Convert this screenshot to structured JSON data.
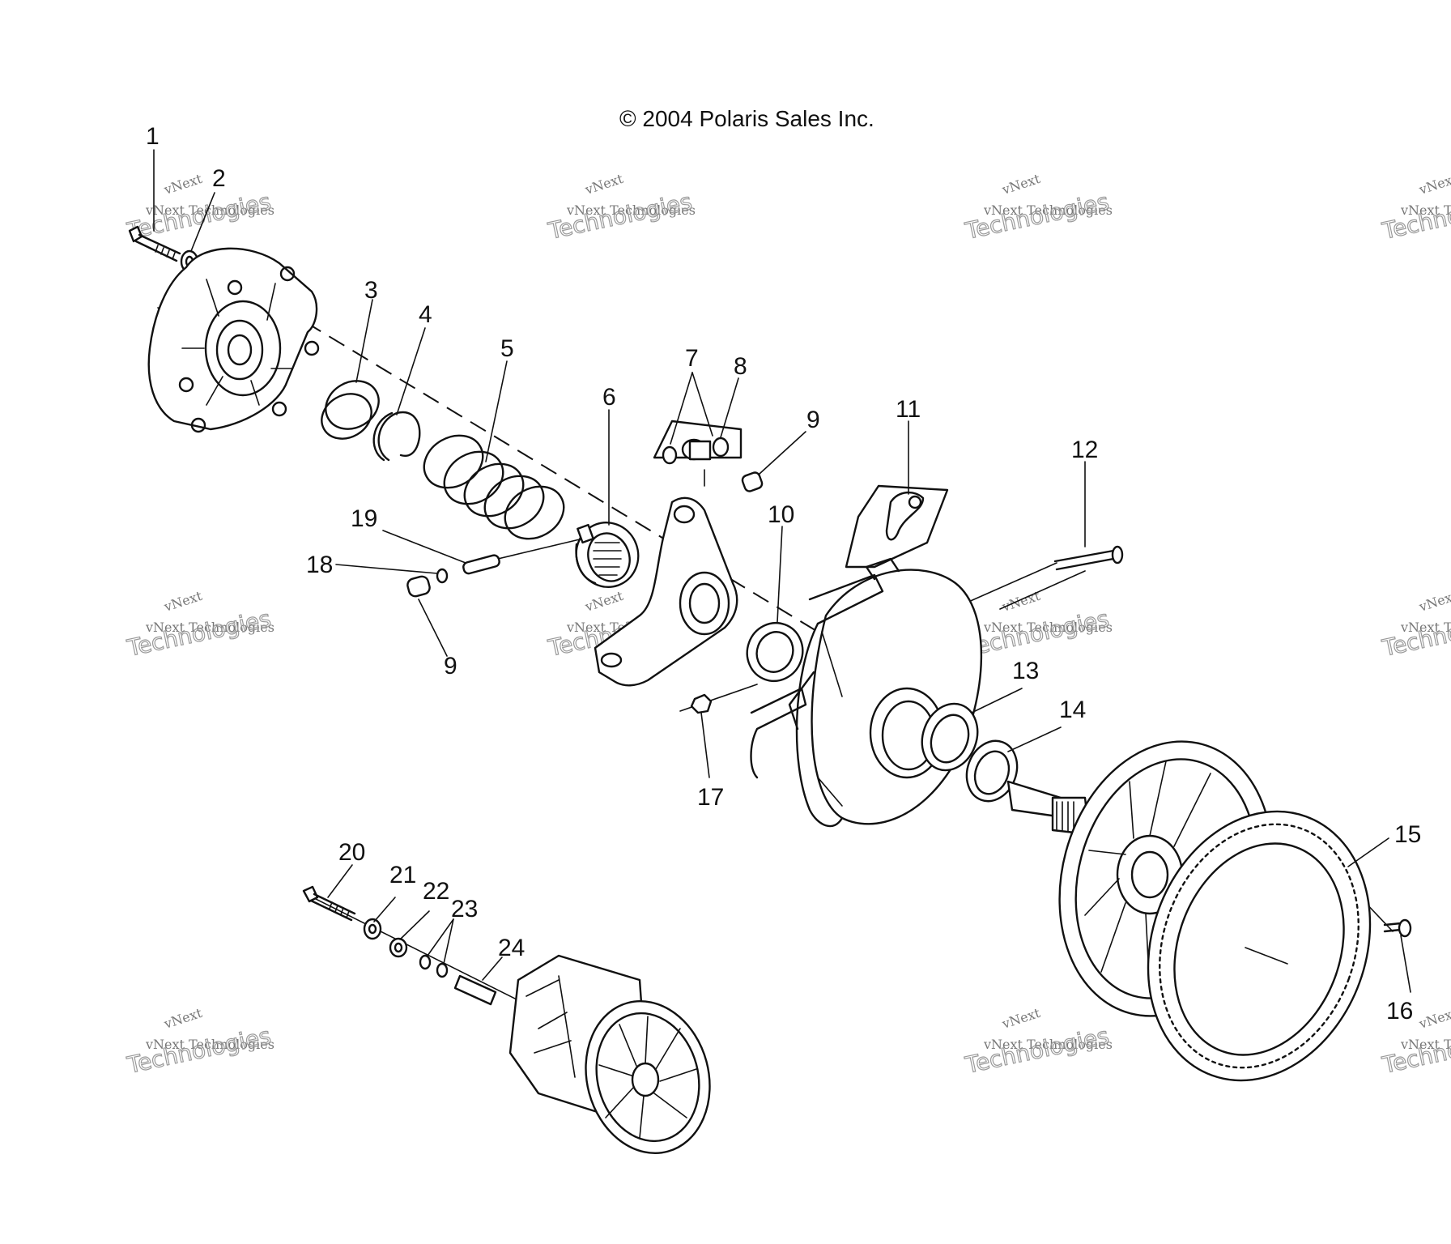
{
  "copyright": "© 2004 Polaris Sales Inc.",
  "watermark": {
    "top": "vNext",
    "middle": "vNext Technologies",
    "bottom": "Technologies"
  },
  "callouts": [
    "1",
    "2",
    "3",
    "4",
    "5",
    "6",
    "7",
    "8",
    "9",
    "10",
    "11",
    "12",
    "13",
    "14",
    "15",
    "16",
    "17",
    "18",
    "19",
    "9",
    "20",
    "21",
    "22",
    "23",
    "24"
  ]
}
